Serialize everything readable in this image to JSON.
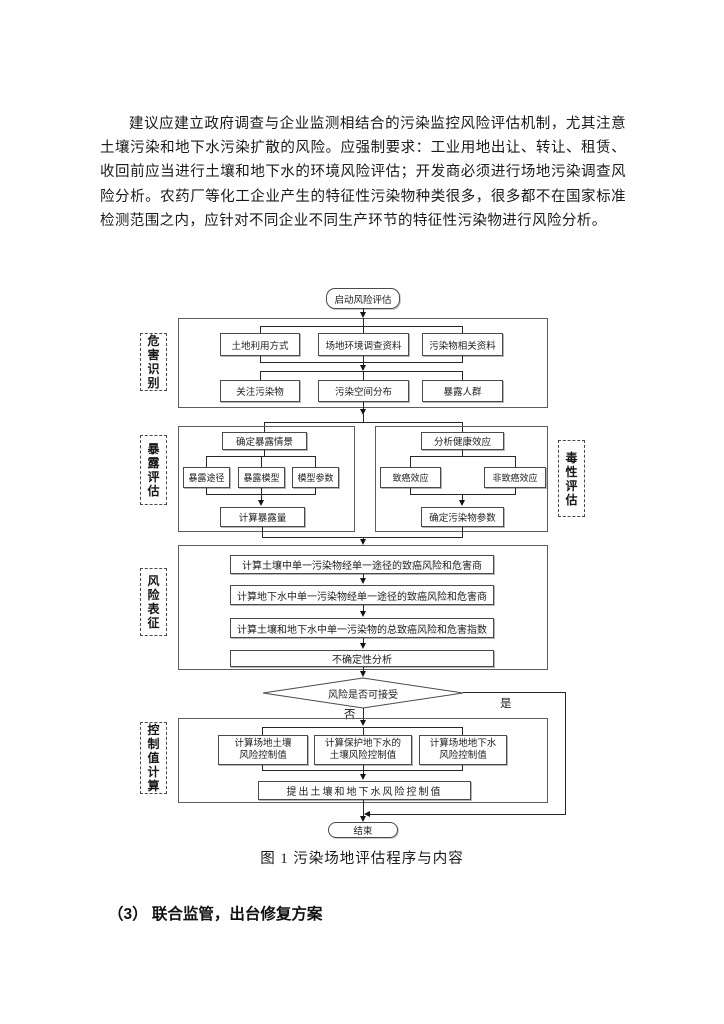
{
  "document": {
    "paragraph": "建议应建立政府调查与企业监测相结合的污染监控风险评估机制，尤其注意土壤污染和地下水污染扩散的风险。应强制要求：工业用地出让、转让、租赁、收回前应当进行土壤和地下水的环境风险评估；开发商必须进行场地污染调查风险分析。农药厂等化工企业产生的特征性污染物种类很多，很多都不在国家标准检测范围之内，应针对不同企业不同生产环节的特征性污染物进行风险分析。",
    "figure_caption": "图 1  污染场地评估程序与内容",
    "section_heading": "（3） 联合监管，出台修复方案"
  },
  "flowchart": {
    "start_label": "启动风险评估",
    "end_label": "结束",
    "stages": {
      "hazard": "危害识别",
      "exposure": "暴露评估",
      "toxicity": "毒性评估",
      "risk": "风险表征",
      "control": "控制值计算"
    },
    "hazard": {
      "row1": [
        "土地利用方式",
        "场地环境调查资料",
        "污染物相关资料"
      ],
      "row2": [
        "关注污染物",
        "污染空间分布",
        "暴露人群"
      ]
    },
    "exposure": {
      "top": "确定暴露情景",
      "children": [
        "暴露途径",
        "暴露模型",
        "模型参数"
      ],
      "bottom": "计算暴露量"
    },
    "toxicity": {
      "top": "分析健康效应",
      "children": [
        "致癌效应",
        "非致癌效应"
      ],
      "bottom": "确定污染物参数"
    },
    "risk_steps": [
      "计算土壤中单一污染物经单一途径的致癌风险和危害商",
      "计算地下水中单一污染物经单一途径的致癌风险和危害商",
      "计算土壤和地下水中单一污染物的总致癌风险和危害指数",
      "不确定性分析"
    ],
    "decision": {
      "question": "风险是否可接受",
      "no": "否",
      "yes": "是"
    },
    "control": {
      "boxes": [
        {
          "line1": "计算场地土壤",
          "line2": "风险控制值"
        },
        {
          "line1": "计算保护地下水的",
          "line2": "土壤风险控制值"
        },
        {
          "line1": "计算场地地下水",
          "line2": "风险控制值"
        }
      ],
      "bottom": "提出土壤和地下水风险控制值"
    }
  },
  "colors": {
    "ink": "#1a1a1a",
    "background": "#ffffff"
  }
}
